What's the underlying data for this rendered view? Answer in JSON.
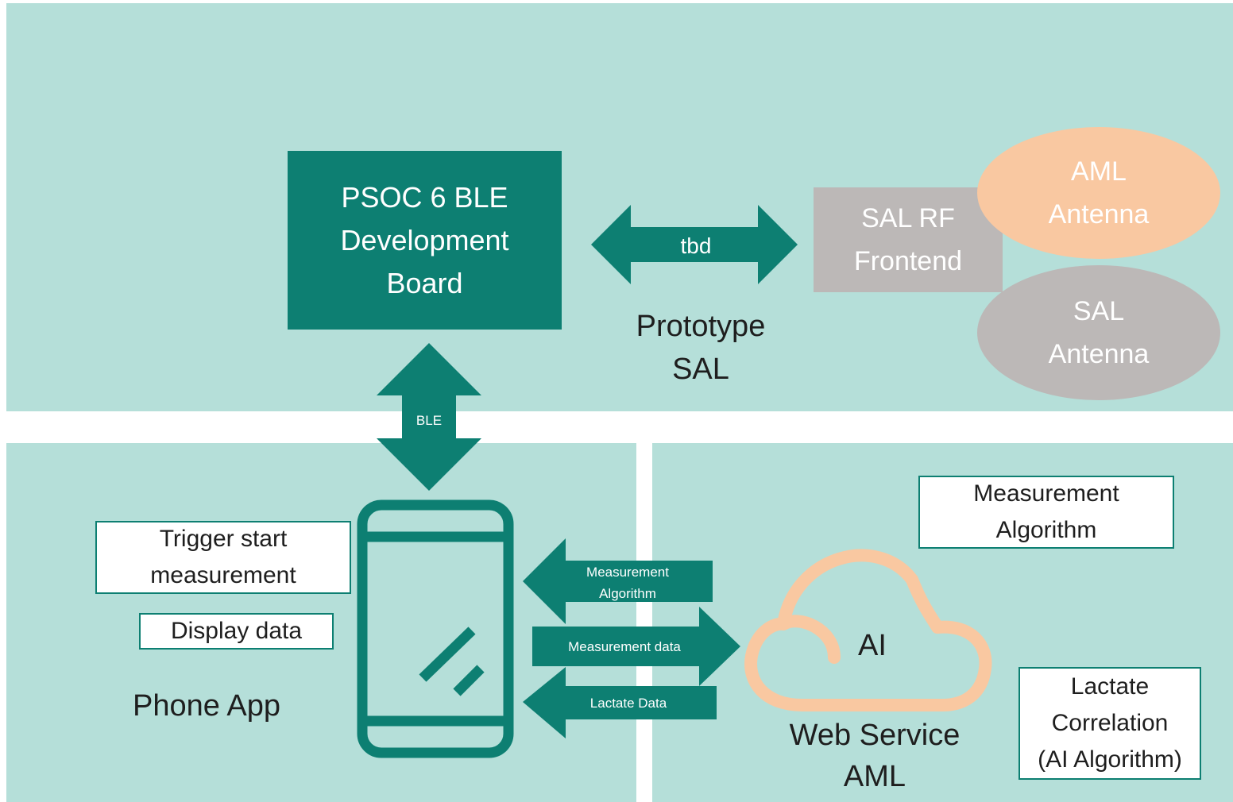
{
  "top_panel": {
    "psoc_board": [
      "PSOC 6 BLE",
      "Development",
      "Board"
    ],
    "tbd_arrow_label": "tbd",
    "prototype_label": [
      "Prototype",
      "SAL"
    ],
    "sal_rf_frontend": [
      "SAL RF",
      "Frontend"
    ],
    "aml_antenna": [
      "AML",
      "Antenna"
    ],
    "sal_antenna": [
      "SAL",
      "Antenna"
    ]
  },
  "ble_arrow_label": "BLE",
  "phone_panel": {
    "trigger_note": [
      "Trigger start",
      "measurement"
    ],
    "display_note": "Display data",
    "label": "Phone App"
  },
  "data_flows": {
    "measurement_algorithm": [
      "Measurement",
      "Algorithm"
    ],
    "measurement_data": "Measurement data",
    "lactate_data": "Lactate Data"
  },
  "web_panel": {
    "ai_label": "AI",
    "label": [
      "Web Service",
      "AML"
    ],
    "measurement_algorithm_note": [
      "Measurement",
      "Algorithm"
    ],
    "lactate_note": [
      "Lactate",
      "Correlation",
      "(AI Algorithm)"
    ]
  },
  "colors": {
    "panel_background": "#b5dfd9",
    "teal": "#0d7f72",
    "grey": "#bcb8b7",
    "peach": "#f9c8a1"
  }
}
